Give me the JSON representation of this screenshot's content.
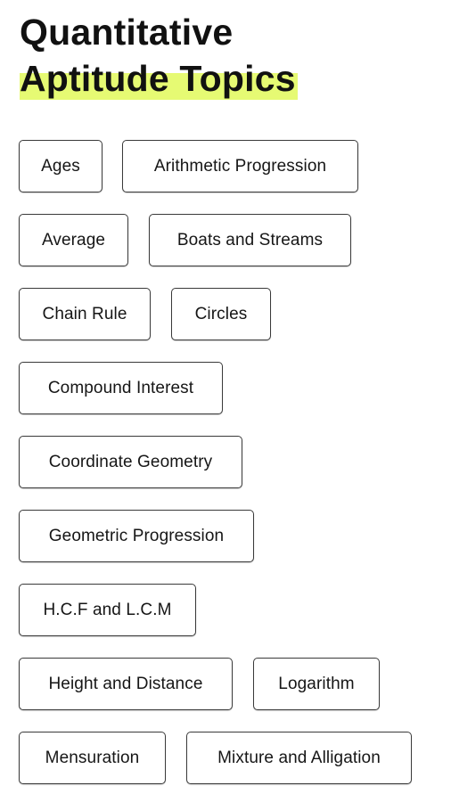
{
  "title": {
    "line1": "Quantitative",
    "line2": "Aptitude Topics"
  },
  "accent_color": "#e6fa73",
  "topics": [
    "Ages",
    "Arithmetic Progression",
    "Average",
    "Boats and Streams",
    "Chain Rule",
    "Circles",
    "Compound Interest",
    "Coordinate Geometry",
    "Geometric Progression",
    "H.C.F and L.C.M",
    "Height and Distance",
    "Logarithm",
    "Mensuration",
    "Mixture and Alligation"
  ]
}
